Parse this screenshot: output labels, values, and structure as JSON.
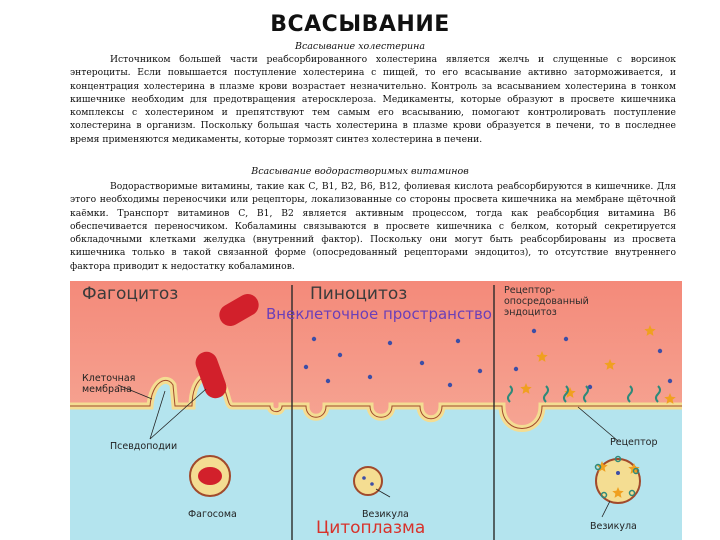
{
  "title": "ВСАСЫВАНИЕ",
  "section1": {
    "heading": "Всасывание холестерина",
    "text": "Источником большей части реабсорбированного холестерина является желчь и слущенные с ворсинок энтероциты. Если повышается поступление холестерина с пищей, то его всасывание активно заторможивается, и концентрация холестерина в плазме крови возрастает незначительно. Контроль за всасыванием холестерина в тонком кишечнике необходим для предотвращения атеросклероза. Медикаменты, которые образуют в просвете кишечника комплексы с холестерином и препятствуют тем самым его всасыванию, помогают контролировать поступление холестерина в организм. Поскольку большая часть холестерина в плазме крови образуется в печени, то в последнее время применяются медикаменты, которые тормозят синтез холестерина в печени."
  },
  "section2": {
    "heading": "Всасывание водорастворимых витаминов",
    "text": "Водорастворимые витамины, такие как С, В1, В2, В6, В12, фолиевая кислота реабсорбируются в кишечнике. Для этого необходимы переносчики или рецепторы, локализованные со стороны просвета кишечника на мембране щёточной каёмки. Транспорт витаминов С, В1, В2 является активным процессом, тогда как реабсорбция витамина В6 обеспечивается переносчиком. Кобаламины связываются в просвете кишечника с белком, который секретируется обкладочными клетками желудка (внутренний фактор). Поскольку они могут быть реабсорбированы из просвета кишечника только в такой связанной форме (опосредованный рецепторами эндоцитоз), то отсутствие внутреннего фактора приводит к недостатку кобаламинов."
  },
  "figure": {
    "phagocytosis": "Фагоцитоз",
    "pinocytosis": "Пиноцитоз",
    "receptor_endocytosis": [
      "Рецептор-",
      "опосредованный",
      "эндоцитоз"
    ],
    "extracellular": "Внеклеточное пространство",
    "membrane": [
      "Клеточная",
      "мембрана"
    ],
    "pseudopodia": "Псевдоподии",
    "phagosome": "Фагосома",
    "vesicle": "Везикула",
    "receptor": "Рецептор",
    "vesicle2": "Везикула",
    "cytoplasm": "Цитоплазма",
    "colors": {
      "extracellular_top": "#f48a7a",
      "extracellular_bottom": "#f7b9a6",
      "cytoplasm": "#b4e4ee",
      "membrane_fill": "#f4dd92",
      "membrane_stroke": "#a14a2c",
      "bacterium": "#d2202b",
      "particle": "#3d4ea6",
      "star": "#f0a020",
      "heading": "#1c8bd8",
      "cytoplasm_text": "#d8322b",
      "extracellular_text": "#6b3fb8"
    }
  }
}
